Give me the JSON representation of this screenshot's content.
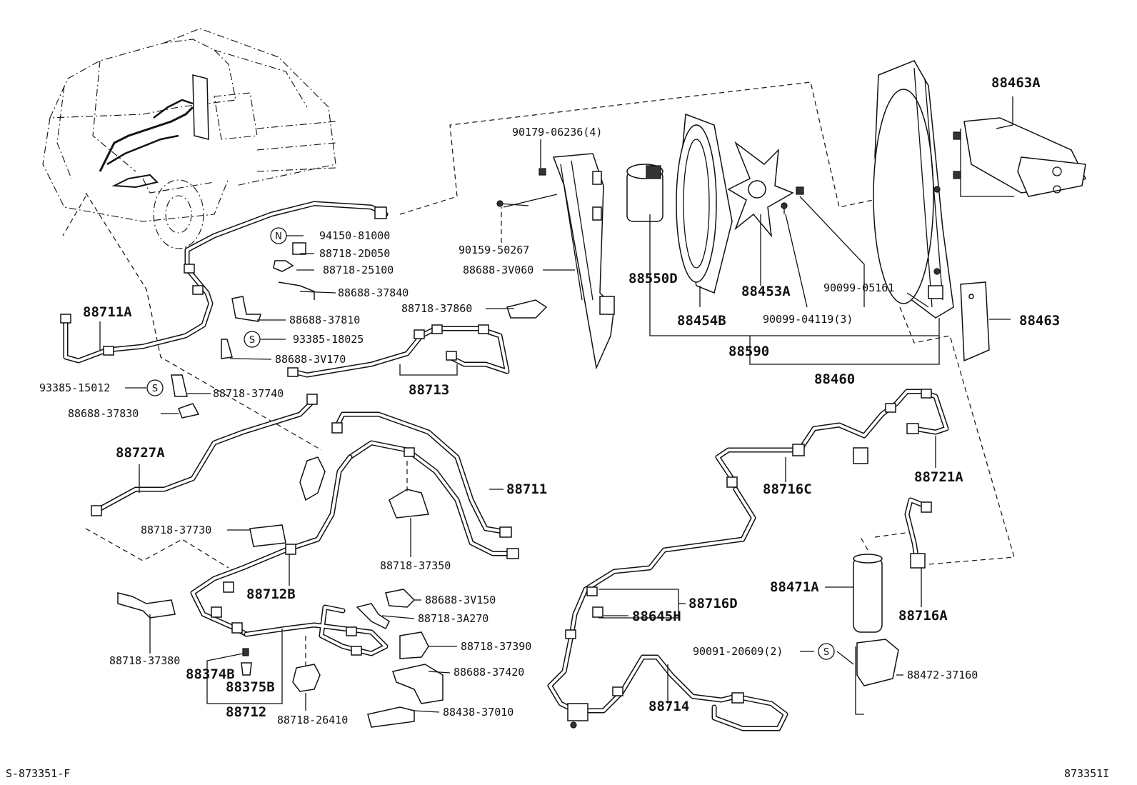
{
  "labels": {
    "p88463A": "88463A",
    "p90179": "90179-06236(4)",
    "p90159": "90159-50267",
    "p88688_3V060": "88688-3V060",
    "p88550D": "88550D",
    "p88453A": "88453A",
    "p90099_05161": "90099-05161",
    "p88463": "88463",
    "p88454B": "88454B",
    "p90099_04119": "90099-04119(3)",
    "p88590": "88590",
    "p88460": "88460",
    "p94150": "94150-81000",
    "p88718_2D050": "88718-2D050",
    "p88718_25100": "88718-25100",
    "p88688_37840": "88688-37840",
    "p88711A": "88711A",
    "p88688_37810": "88688-37810",
    "p88718_37860": "88718-37860",
    "p93385_18025": "93385-18025",
    "p88688_3V170": "88688-3V170",
    "p88713": "88713",
    "p93385_15012": "93385-15012",
    "p88718_37740": "88718-37740",
    "p88688_37830": "88688-37830",
    "p88727A": "88727A",
    "p88711": "88711",
    "p88716C": "88716C",
    "p88721A": "88721A",
    "p88718_37730": "88718-37730",
    "p88718_37350": "88718-37350",
    "p88712B": "88712B",
    "p88688_3V150": "88688-3V150",
    "p88718_3A270": "88718-3A270",
    "p88716D": "88716D",
    "p88645H": "88645H",
    "p88471A": "88471A",
    "p88716A": "88716A",
    "p88718_37380": "88718-37380",
    "p88374B": "88374B",
    "p88375B": "88375B",
    "p88712": "88712",
    "p88718_37390": "88718-37390",
    "p88688_37420": "88688-37420",
    "p88718_26410": "88718-26410",
    "p88438_37010": "88438-37010",
    "p88714": "88714",
    "p90091": "90091-20609(2)",
    "p88472": "88472-37160"
  },
  "symbols": {
    "n_mark": "N",
    "s_mark": "S"
  },
  "footer": {
    "left_code": "S-873351-F",
    "right_code": "873351I"
  }
}
